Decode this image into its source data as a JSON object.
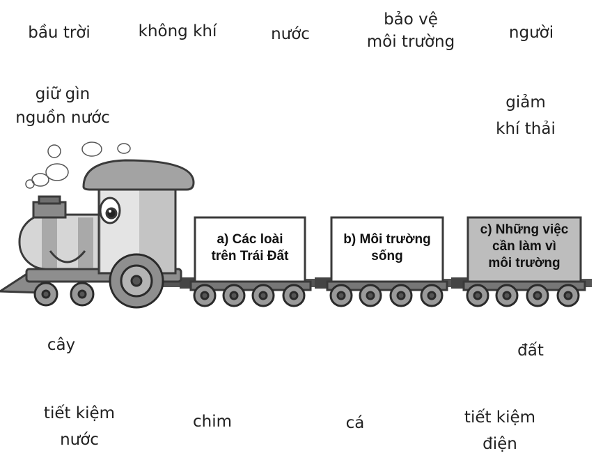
{
  "colors": {
    "engine_gray": "#a9a9a9",
    "engine_light": "#d6d6d6",
    "wagon_c_fill": "#bdbdbd",
    "outline": "#3a3a3a"
  },
  "words": {
    "bau_troi": "bầu trời",
    "khong_khi": "không khí",
    "nuoc": "nước",
    "bao_ve": [
      "bảo vệ",
      "môi trường"
    ],
    "nguoi": "người",
    "giu_gin": [
      "giữ gìn",
      "nguồn nước"
    ],
    "giam": [
      "giảm",
      "khí thải"
    ],
    "cay": "cây",
    "dat": "đất",
    "tiet_kiem_nuoc": [
      "tiết kiệm",
      "nước"
    ],
    "chim": "chim",
    "ca": "cá",
    "tiet_kiem_dien": [
      "tiết kiệm",
      "điện"
    ]
  },
  "wagons": {
    "a": [
      "a) Các loài",
      "trên Trái Đất"
    ],
    "b": [
      "b) Môi trường",
      "sống"
    ],
    "c": [
      "c) Những việc",
      "cần làm vì",
      "môi trường"
    ]
  }
}
